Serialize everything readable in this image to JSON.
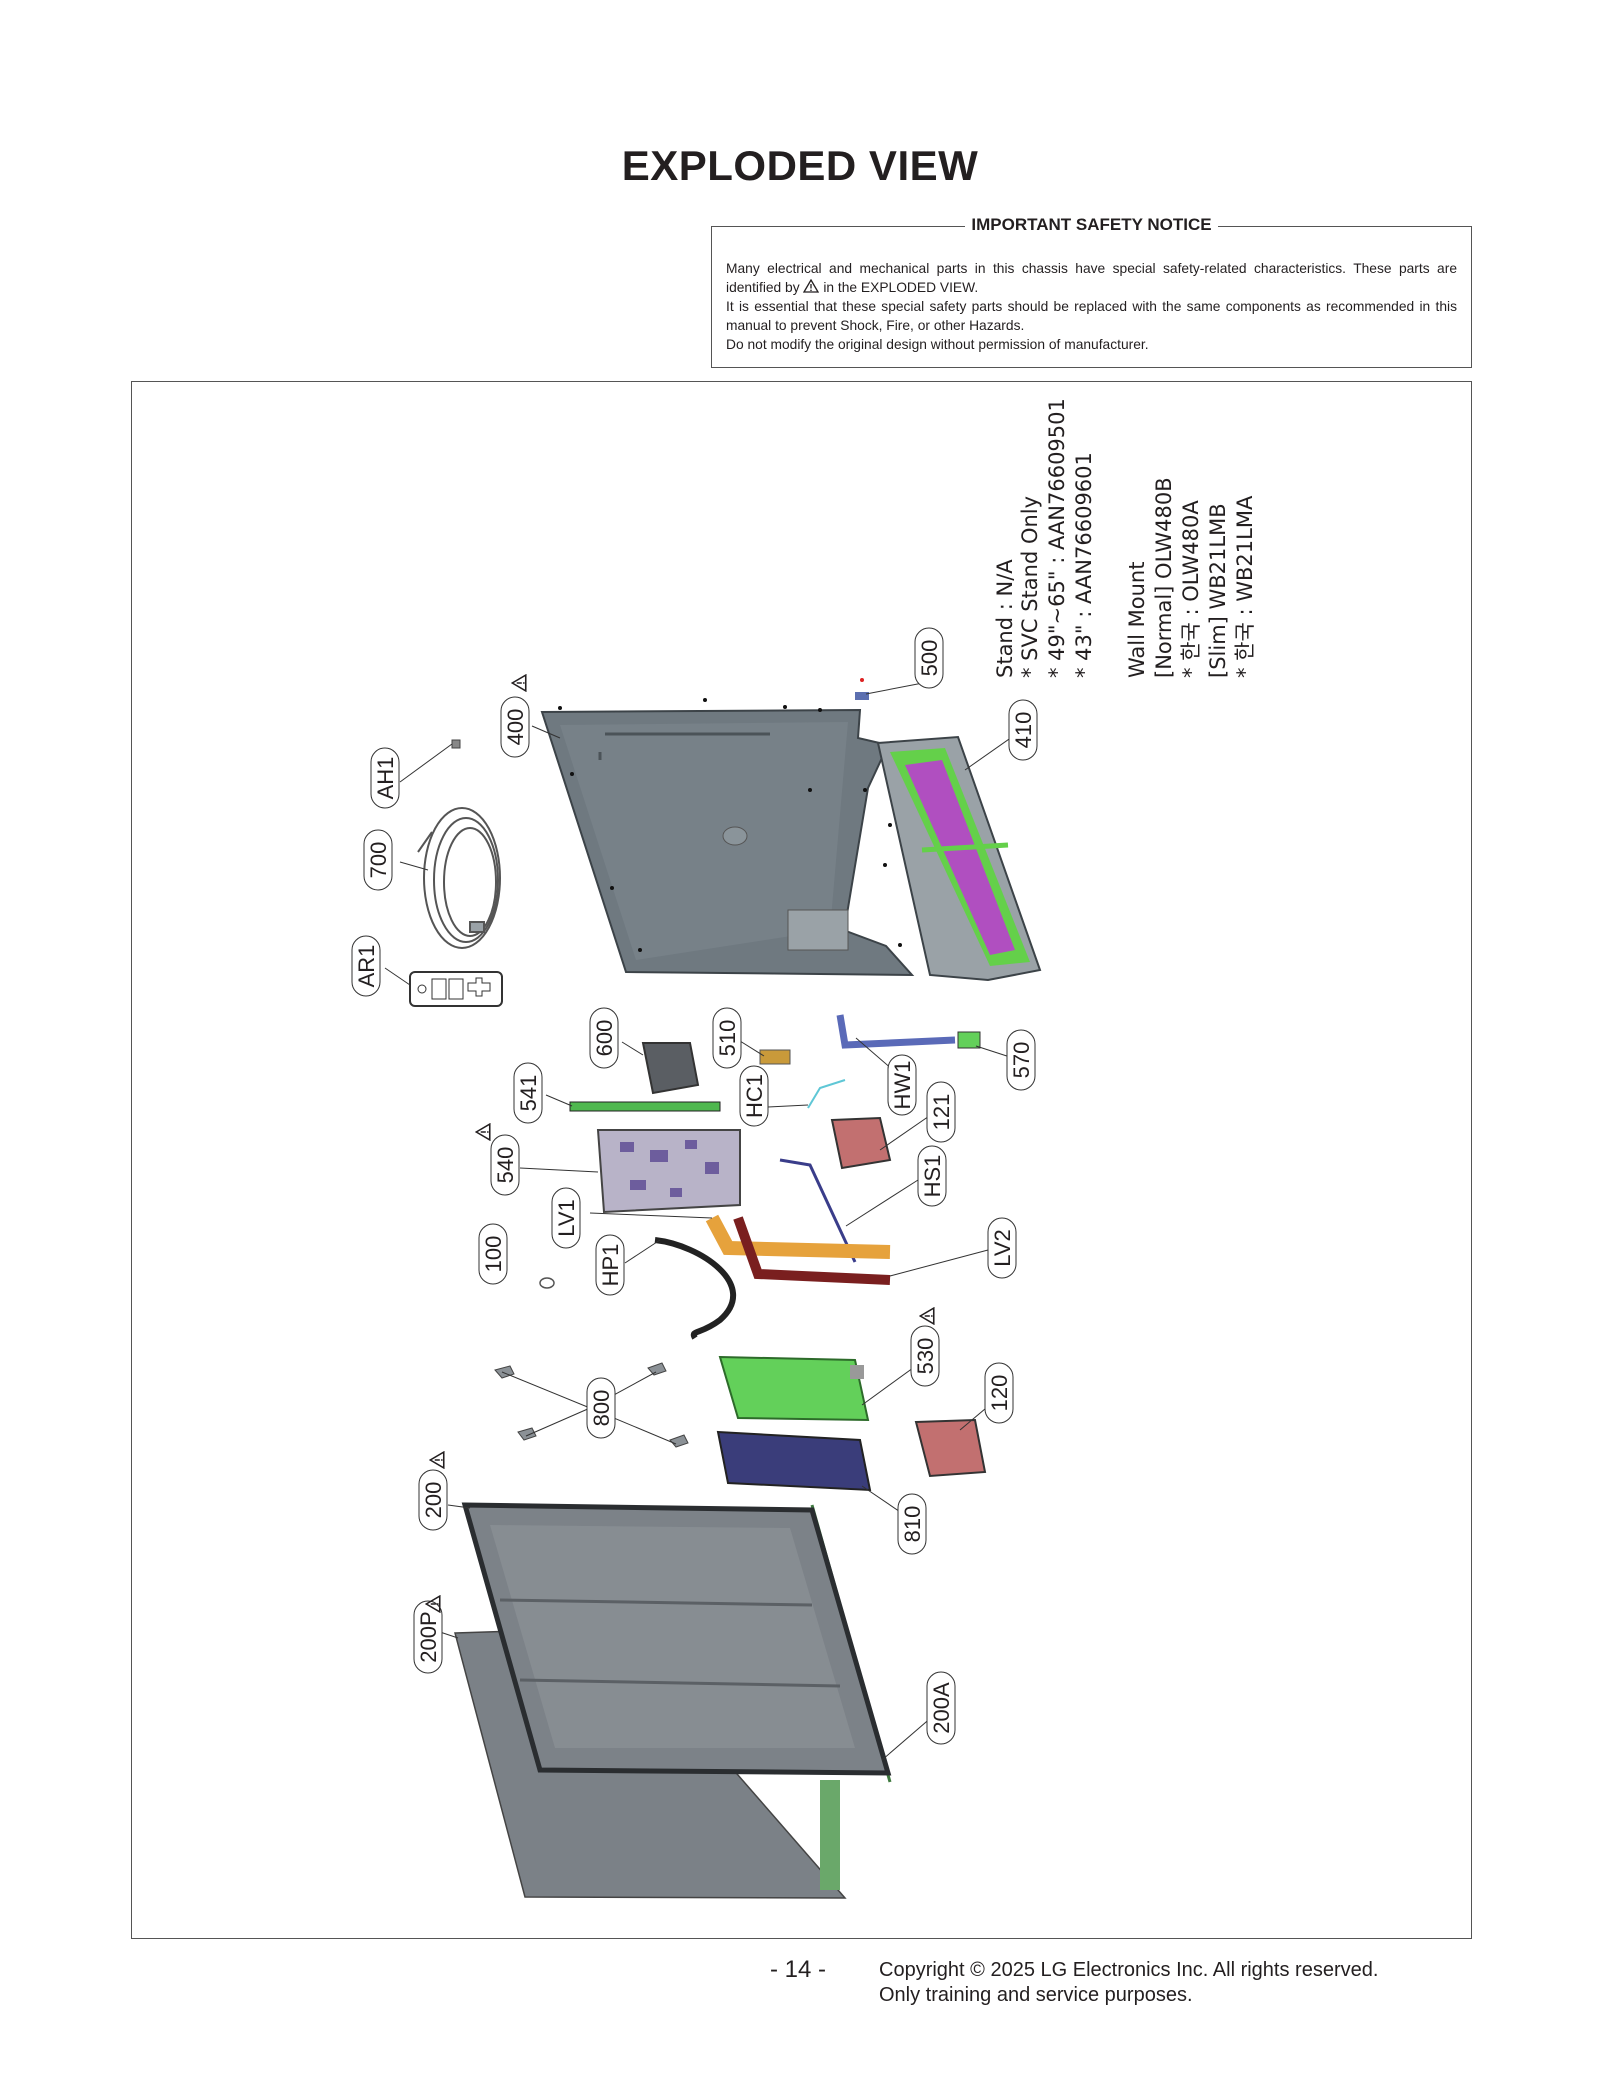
{
  "page_title": "EXPLODED VIEW",
  "notice": {
    "title": "IMPORTANT SAFETY NOTICE",
    "line1": "Many electrical and mechanical parts in this chassis have special safety-related characteristics. These parts are identified by",
    "line1_end": "in the EXPLODED VIEW.",
    "line2": "It is essential that these special safety parts should be replaced with the same components as recommended in this manual to prevent Shock, Fire, or other Hazards.",
    "line3": "Do not modify the original design without permission of manufacturer."
  },
  "stand_info": {
    "line1": "Stand : N/A",
    "line2": "* SVC Stand Only",
    "line3": "* 49\"~65\" : AAN76609501",
    "line4": "* 43\" : AAN76609601"
  },
  "wall_mount_info": {
    "line1": "Wall Mount",
    "line2": "[Normal] OLW480B",
    "line3": "* 한국 : OLW480A",
    "line4": "[Slim] WB21LMB",
    "line5": "* 한국 : WB21LMA"
  },
  "callouts": {
    "p500": "500",
    "p400": "400",
    "p410": "410",
    "pAH1": "AH1",
    "p700": "700",
    "pAR1": "AR1",
    "p600": "600",
    "p510": "510",
    "p570": "570",
    "pHW1": "HW1",
    "p541": "541",
    "pHC1": "HC1",
    "p121": "121",
    "p540": "540",
    "pHS1": "HS1",
    "pLV1": "LV1",
    "p100": "100",
    "pHP1": "HP1",
    "pLV2": "LV2",
    "p530": "530",
    "p800": "800",
    "p120": "120",
    "p200": "200",
    "p810": "810",
    "p200P": "200P",
    "p200A": "200A"
  },
  "colors": {
    "back_cover": "#6f7980",
    "speaker_purple": "#b04fc0",
    "speaker_green": "#64d04a",
    "board_green": "#63d05a",
    "insulator_navy": "#3a3d7a",
    "cable_orange": "#e6a23c",
    "cable_maroon": "#7a1f1f",
    "module_gray": "#7c8288"
  },
  "footer": {
    "page_number": "- 14 -",
    "copyright": "Copyright © 2025 LG Electronics Inc. All rights reserved.",
    "usage": "Only training and service purposes."
  }
}
